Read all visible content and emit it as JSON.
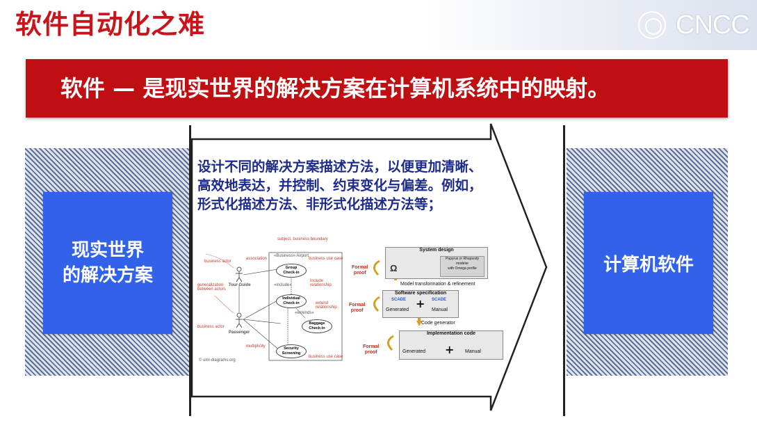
{
  "slide": {
    "title": "软件自动化之难",
    "logo_text": "CNCC",
    "banner": "软件 — 是现实世界的解决方案在计算机系统中的映射。",
    "left_box": [
      "现实世界",
      "的解决方案"
    ],
    "right_box": "计算机软件",
    "description": "设计不同的解决方案描述方法，以便更加清晰、高效地表达，并控制、约束变化与偏差。例如，形式化描述方法、非形式化描述方法等；"
  },
  "usecase_diagram": {
    "system_name": "«Business»\nAirport",
    "subject_note": "subject,\nbusiness boundary",
    "actor_note": "business actor",
    "association_note": "association",
    "generalization_note": "generalization\nbetween actors",
    "business_actor_note2": "business actor",
    "actors": [
      "Tour Guide",
      "Passenger"
    ],
    "usecases": [
      "Group\nCheck-in",
      "Individual\nCheck-in",
      "Baggage\nCheck-in",
      "Security\nScreening"
    ],
    "business_use_case_note": "business use case",
    "include_note": "include\nrelationship",
    "extend_note": "extend\nrelationship",
    "business_use_case_note2": "business use case",
    "include_label": "«include»",
    "extends_label": "«extends»",
    "multiplicity_note": "multiplicity",
    "credit": "© uml-diagrams.org"
  },
  "process_diagram": {
    "formal_proof": "Formal\nproof",
    "system_design": "System design",
    "papyrus_note": "Papyrus or Rhapsody\nmodeler\nwith Omega profile",
    "transform_label": "Model transformation & refinement",
    "software_spec": "Software specification",
    "scade": "SCADE",
    "generated": "Generated",
    "manual": "Manual",
    "code_generator": "Code generator",
    "implementation_code": "Implementation code",
    "omega_glyph": "Ω"
  },
  "colors": {
    "title_red": "#c8141b",
    "banner_red": "#c00f13",
    "box_blue": "#3162e9",
    "text_navy": "#1c2b8c"
  }
}
